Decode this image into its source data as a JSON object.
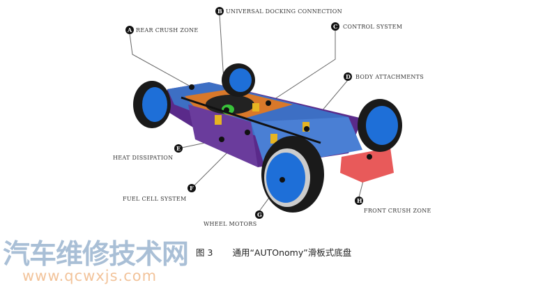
{
  "diagram": {
    "labels": [
      {
        "marker": "A",
        "text": "REAR CRUSH ZONE"
      },
      {
        "marker": "B",
        "text": "UNIVERSAL DOCKING CONNECTION"
      },
      {
        "marker": "C",
        "text": "CONTROL SYSTEM"
      },
      {
        "marker": "D",
        "text": "BODY ATTACHMENTS"
      },
      {
        "marker": "E",
        "text": "HEAT DISSIPATION"
      },
      {
        "marker": "F",
        "text": "FUEL CELL SYSTEM"
      },
      {
        "marker": "G",
        "text": "WHEEL MOTORS"
      },
      {
        "marker": "H",
        "text": "FRONT CRUSH ZONE"
      }
    ],
    "colors": {
      "wheel": "#1e6fd8",
      "tire": "#1a1a1a",
      "frame": "#3d6fc4",
      "orange": "#d9782a",
      "purple": "#5a2a8a",
      "red": "#e85a5a",
      "green": "#39c23a",
      "yellow": "#e6b422"
    }
  },
  "caption": {
    "figure": "图 3",
    "title": "通用“AUTOnomy”滑板式底盘"
  },
  "watermark": {
    "name": "汽车维修技术网",
    "url": "www.qcwxjs.com"
  }
}
